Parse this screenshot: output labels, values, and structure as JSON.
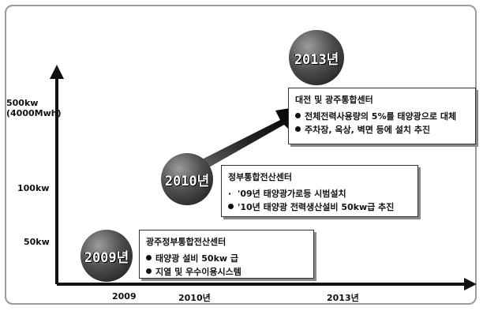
{
  "y_labels": [
    "500kw\n(4000Mwh)",
    "100kw",
    "50kw"
  ],
  "x_labels": [
    "2009",
    "2010년",
    "2013년"
  ],
  "milestones": [
    {
      "year_badge": "2009년",
      "title": "광주정부통합전산센터",
      "items": [
        {
          "marker": "bullet",
          "text": "태양광 설비 50kw 급"
        },
        {
          "marker": "bullet",
          "text": "지열 및 우수이용시스템"
        }
      ]
    },
    {
      "year_badge": "2010년",
      "title": "정부통합전산센터",
      "items": [
        {
          "marker": "quote",
          "text": "'09년 태양광가로등 시범설치"
        },
        {
          "marker": "bullet",
          "text": "'10년 태양광 전력생산설비 50kw급 추진"
        }
      ]
    },
    {
      "year_badge": "2013년",
      "title": "대전 및 광주통합센터",
      "items": [
        {
          "marker": "bullet",
          "text": "전체전력사용량의 5%를 태양광으로 대체"
        },
        {
          "marker": "bullet",
          "text": "주차장, 옥상, 벽면 등에 설치 추진"
        }
      ]
    }
  ]
}
